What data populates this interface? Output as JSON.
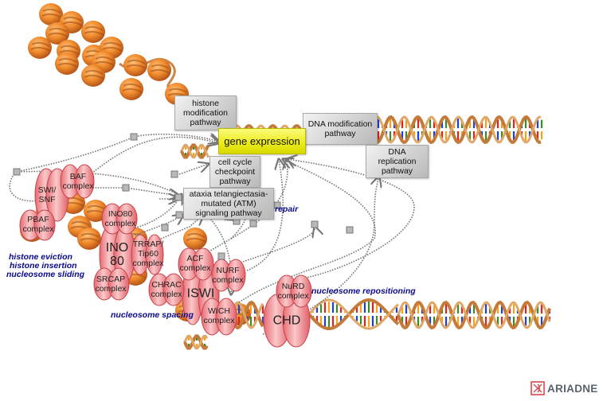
{
  "title_nodes": {
    "histone_modification": "histone\nmodification\npathway",
    "gene_expression": "gene expression",
    "dna_modification": "DNA modification\npathway",
    "dna_replication": "DNA\nreplication\npathway",
    "cell_cycle_checkpoint": "cell cycle\ncheckpoint\npathway",
    "atm_signaling": "ataxia telangiectasia-\nmutated (ATM)\nsignaling pathway"
  },
  "complexes": {
    "baf": "BAF\ncomplex",
    "swi_snf": "SWI/\nSNF",
    "pbaf": "PBAF\ncomplex",
    "ino80_complex": "INO80\ncomplex",
    "ino80": "INO\n80",
    "trrap_tip60": "TRRAP/\nTip60\ncomplex",
    "srcap": "SRCAP\ncomplex",
    "chrac": "CHRAC\ncomplex",
    "acf": "ACF\ncomplex",
    "nurf": "NURF\ncomplex",
    "iswi": "ISWI",
    "wich": "WICH\ncomplex",
    "nurd": "NuRD\ncomplex",
    "chd": "CHD"
  },
  "labels": {
    "histone_eviction": "histone eviction",
    "histone_insertion": "histone insertion",
    "nucleosome_sliding": "nucleosome sliding",
    "nucleosome_spacing": "nucleosome spacing",
    "nucleosome_repositioning": "nucleosome repositioning",
    "repair": "repair"
  },
  "logo": {
    "text": "ARIADNE"
  },
  "colors": {
    "highlight": "#eaea1a",
    "label_text": "#0a0a8c",
    "protein": "#e8737a",
    "nucleosome": "#e8842a",
    "connector": "#777777"
  }
}
